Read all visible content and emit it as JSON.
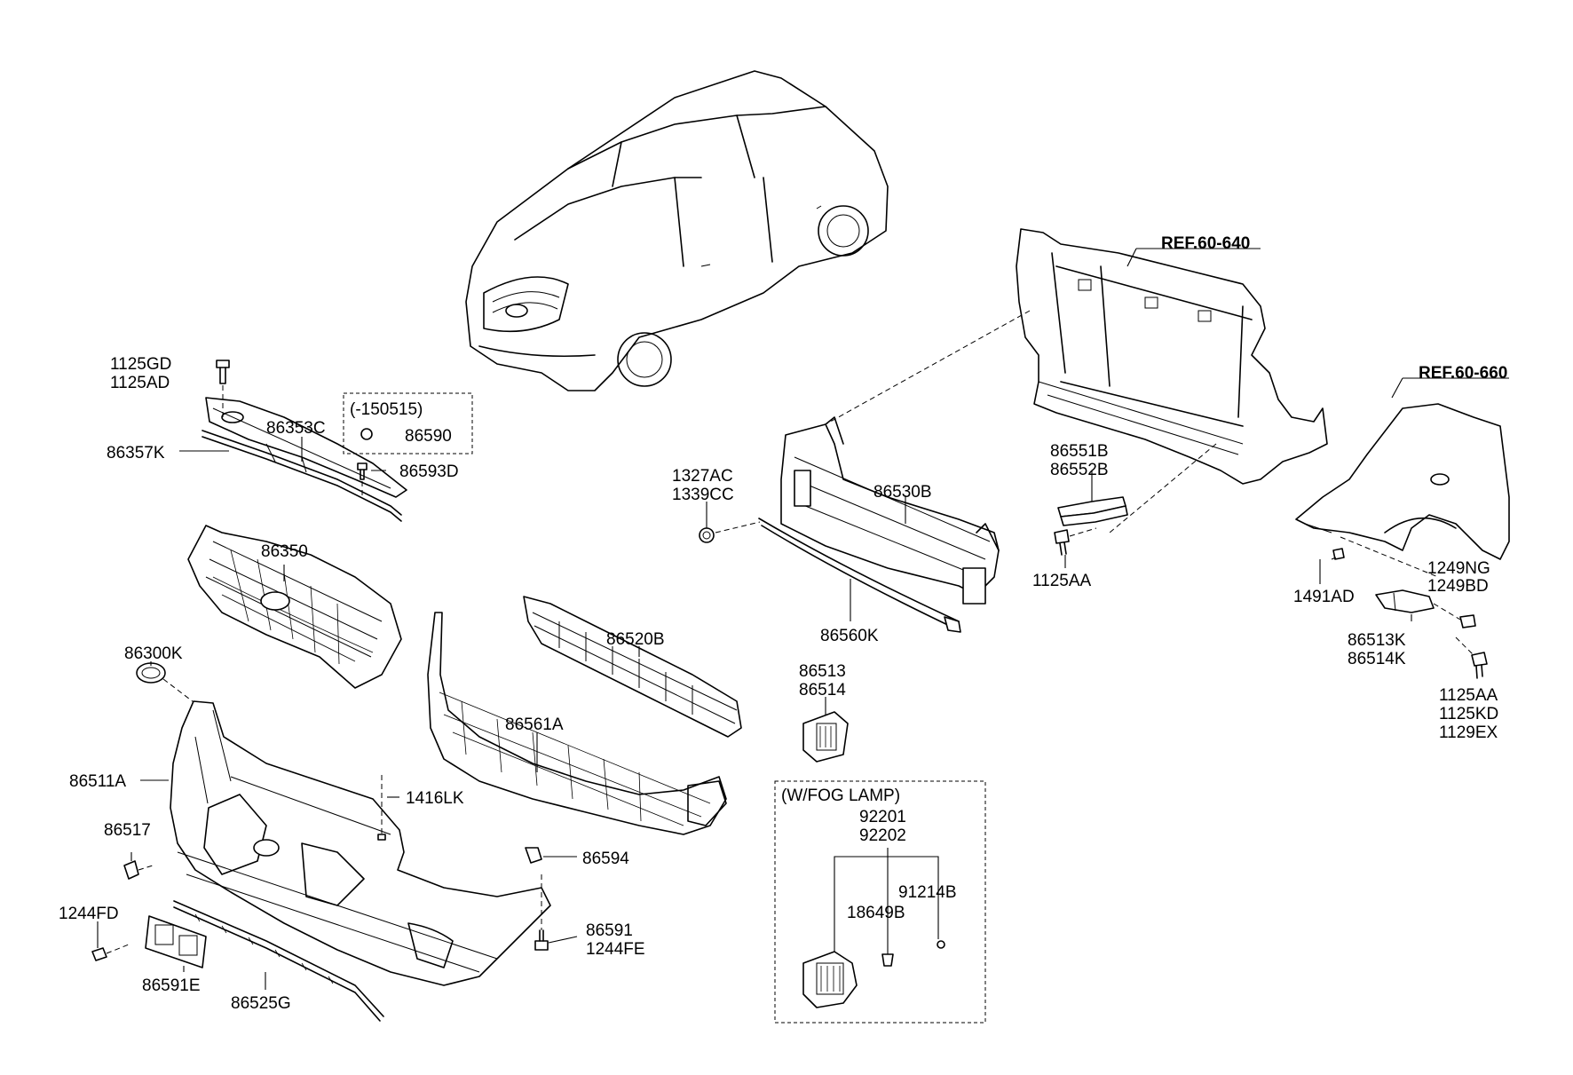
{
  "labels": {
    "p1125GD": "1125GD",
    "p1125AD": "1125AD",
    "p150515": "(-150515)",
    "p86590": "86590",
    "p86353C": "86353C",
    "p86357K": "86357K",
    "p86593D": "86593D",
    "p86350": "86350",
    "p86300K": "86300K",
    "p86511A": "86511A",
    "p1416LK": "1416LK",
    "p86517": "86517",
    "p86594": "86594",
    "p1244FD": "1244FD",
    "p86591": "86591",
    "p1244FE": "1244FE",
    "p86591E": "86591E",
    "p86525G": "86525G",
    "p86520B": "86520B",
    "p86561A": "86561A",
    "p1327AC": "1327AC",
    "p1339CC": "1339CC",
    "p86530B": "86530B",
    "p86560K": "86560K",
    "p86513": "86513",
    "p86514": "86514",
    "pFog": "(W/FOG LAMP)",
    "p92201": "92201",
    "p92202": "92202",
    "p91214B": "91214B",
    "p18649B": "18649B",
    "pRef640": "REF.60-640",
    "p86551B": "86551B",
    "p86552B": "86552B",
    "p1125AA_a": "1125AA",
    "pRef660": "REF.60-660",
    "p1249NG": "1249NG",
    "p1249BD": "1249BD",
    "p1491AD": "1491AD",
    "p86513K": "86513K",
    "p86514K": "86514K",
    "p1125AA_b": "1125AA",
    "p1125KD": "1125KD",
    "p1129EX": "1129EX"
  }
}
